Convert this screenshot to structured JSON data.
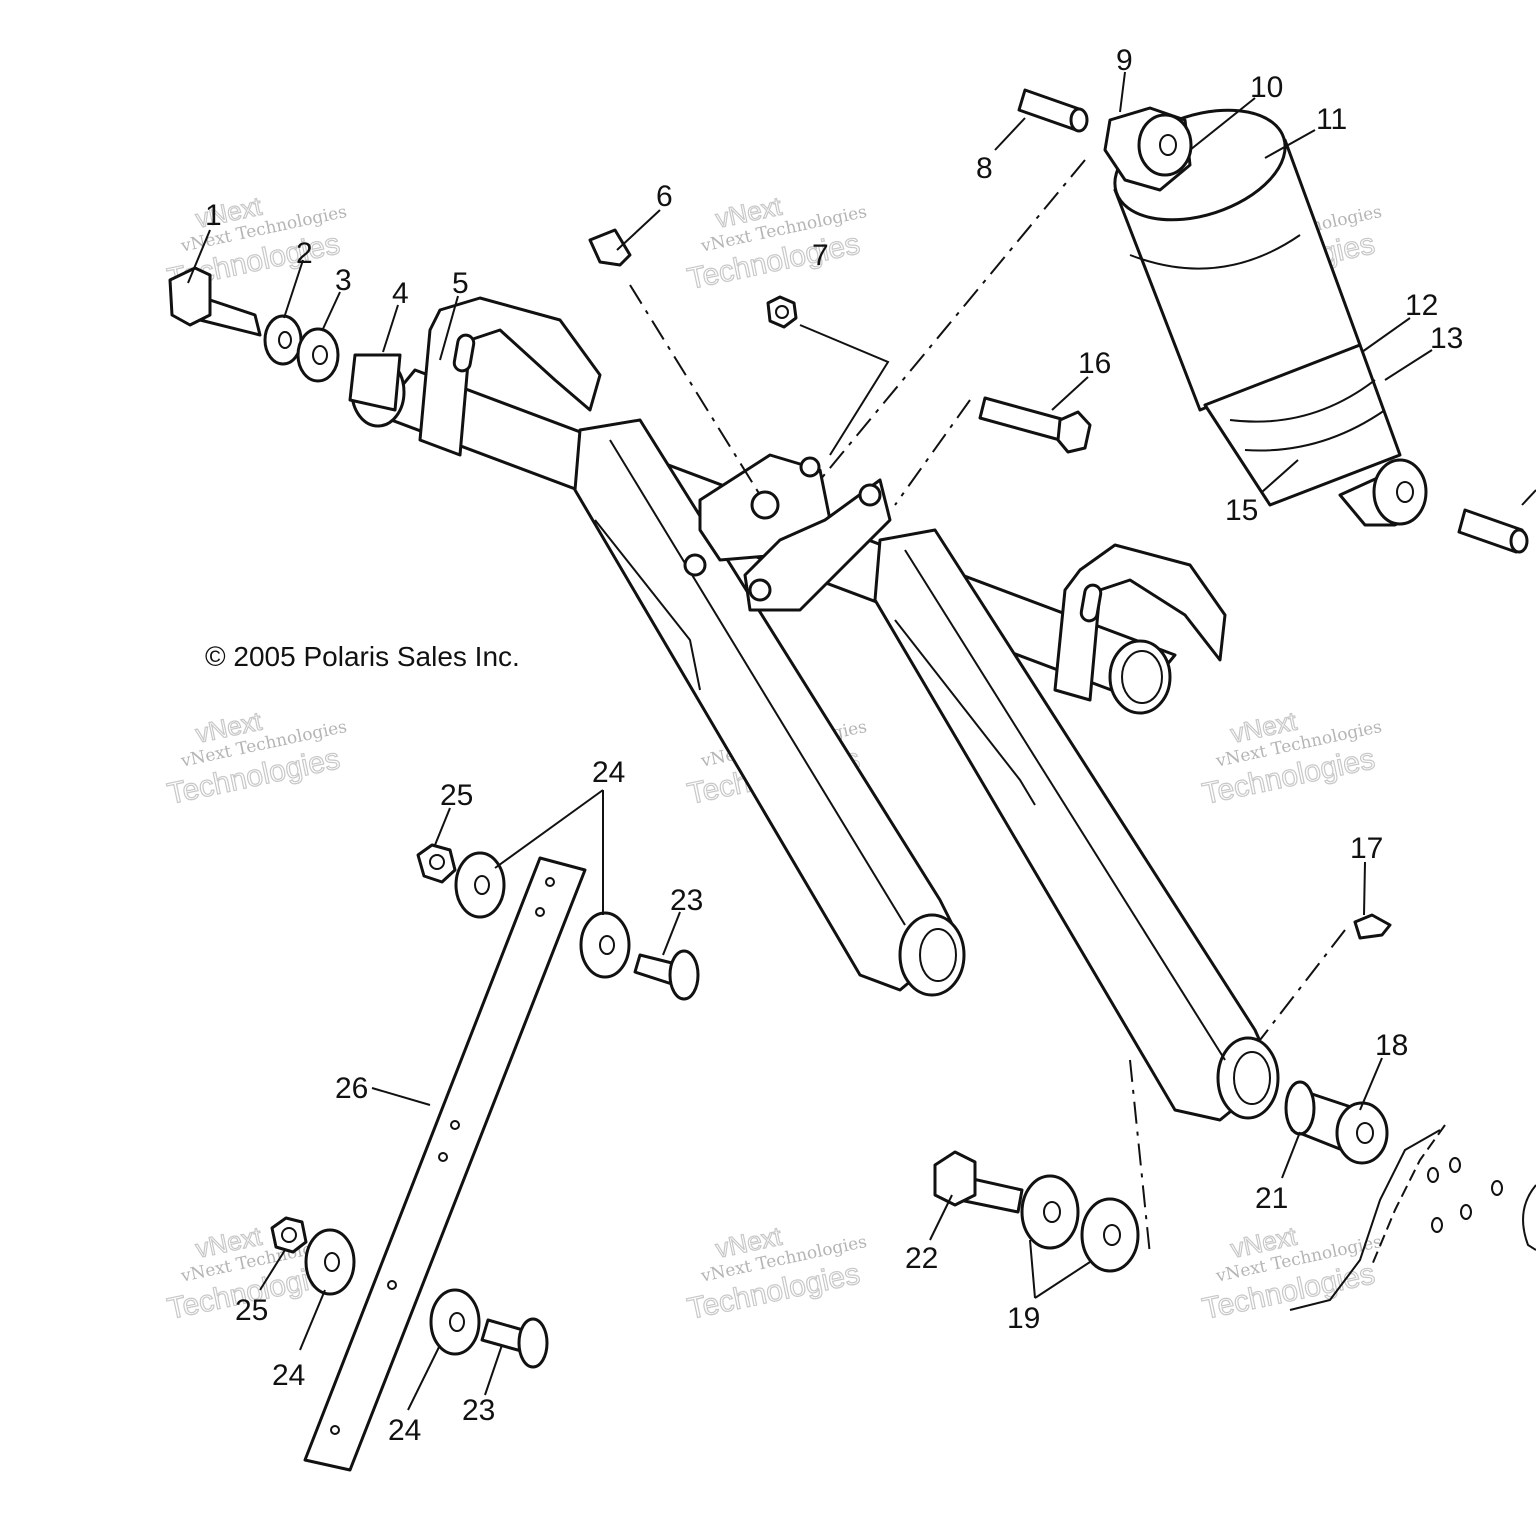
{
  "copyright": "© 2005 Polaris Sales Inc.",
  "watermark": {
    "line1": "vNext Technologies",
    "line2": "Technologies",
    "line3": "vNext"
  },
  "callouts": [
    "1",
    "2",
    "3",
    "4",
    "5",
    "6",
    "7",
    "8",
    "9",
    "10",
    "11",
    "12",
    "13",
    "15",
    "16",
    "17",
    "18",
    "19",
    "21",
    "22",
    "23",
    "24",
    "25",
    "26"
  ],
  "colors": {
    "ink": "#111111",
    "watermark": "#c8c8c8",
    "background": "#ffffff"
  }
}
